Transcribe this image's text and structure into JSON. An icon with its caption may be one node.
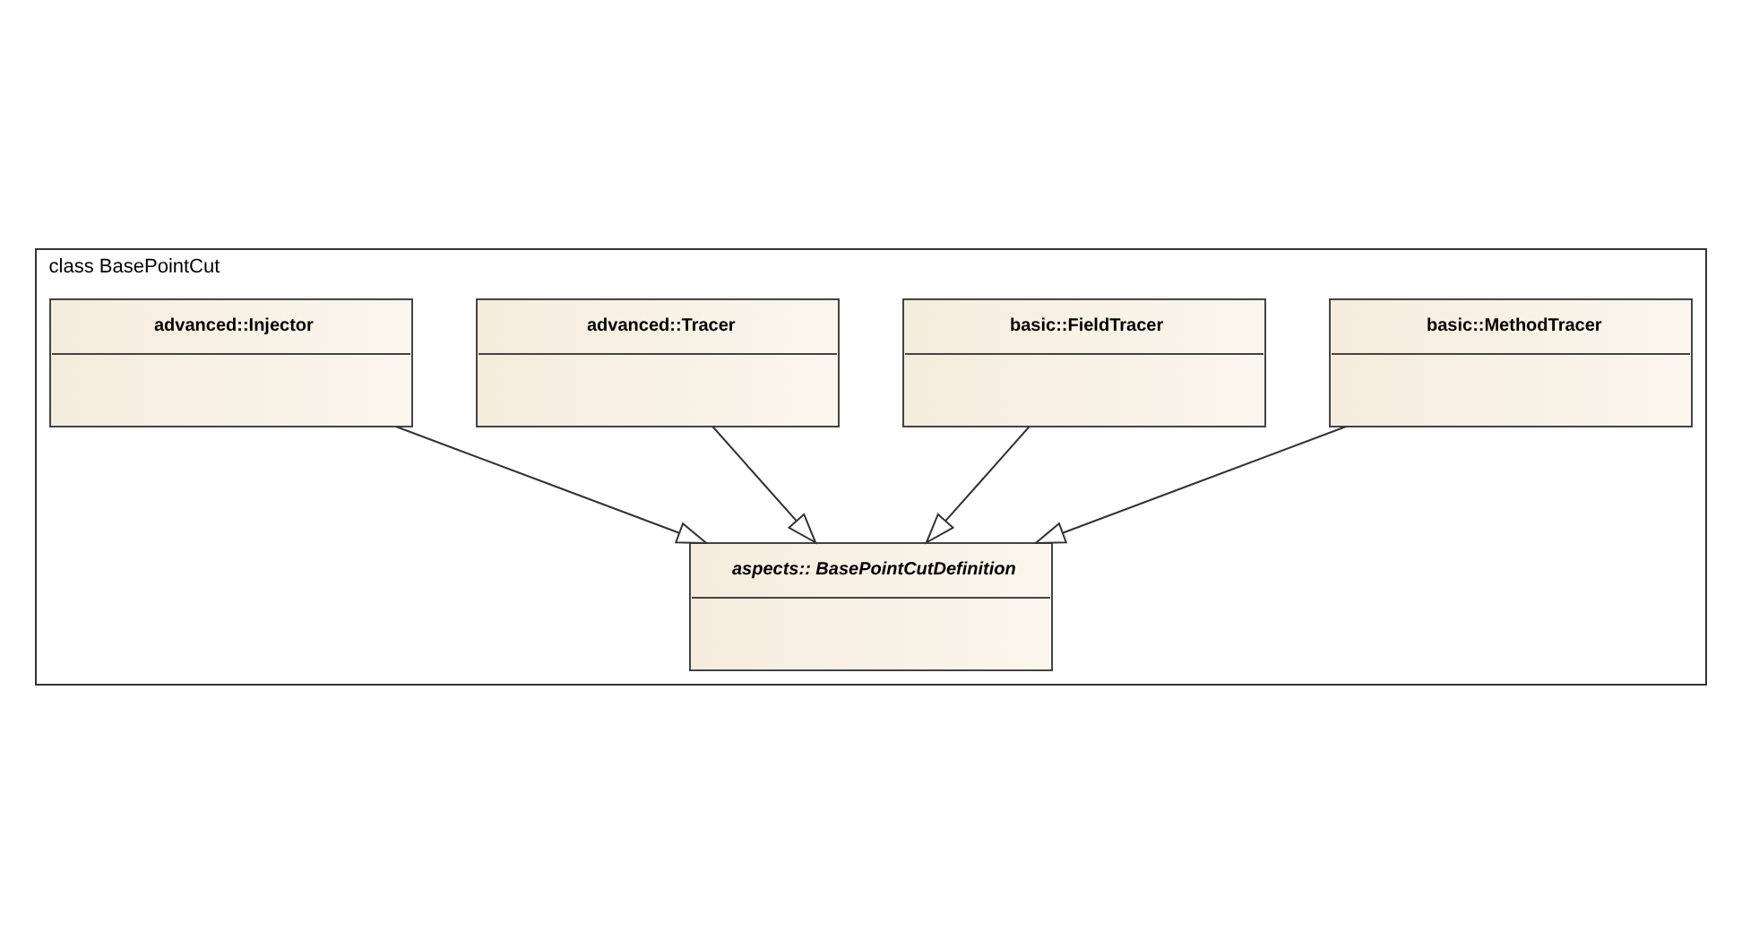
{
  "diagram": {
    "nodes": [
      {
        "text": [
          "class BasePointCut"
        ]
      },
      {
        "text": [
          "basic::FieldTracer"
        ],
        "in": 0
      },
      {
        "text": [
          "advanced::Tracer"
        ],
        "in": 0
      },
      {
        "text": [
          "basic::MethodTracer"
        ],
        "in": 0
      },
      {
        "text": [
          "advanced::Injector"
        ],
        "in": 0
      },
      {
        "text": [
          "aspects:: BasePointCutDefinition"
        ],
        "in": 0
      }
    ],
    "edges": [
      {
        "from": 1,
        "to": 5,
        "arrow": "to"
      },
      {
        "from": 2,
        "to": 5,
        "arrow": "to"
      },
      {
        "from": 3,
        "to": 5,
        "arrow": "to"
      },
      {
        "from": 4,
        "to": 5,
        "arrow": "to"
      }
    ]
  }
}
